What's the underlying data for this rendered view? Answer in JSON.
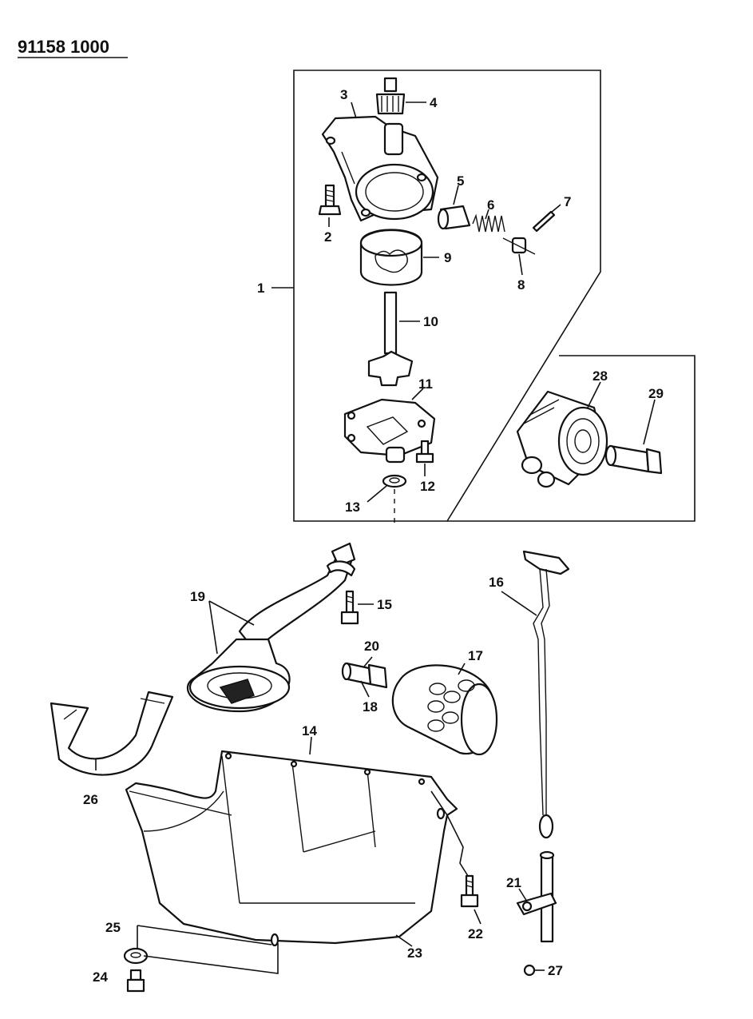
{
  "header": {
    "diagram_number": "91158 1000"
  },
  "callouts": {
    "c1": "1",
    "c2": "2",
    "c3": "3",
    "c4": "4",
    "c5": "5",
    "c6": "6",
    "c7": "7",
    "c8": "8",
    "c9": "9",
    "c10": "10",
    "c11": "11",
    "c12": "12",
    "c13": "13",
    "c14": "14",
    "c15": "15",
    "c16": "16",
    "c17": "17",
    "c18": "18",
    "c19": "19",
    "c20": "20",
    "c21": "21",
    "c22": "22",
    "c23": "23",
    "c24": "24",
    "c25": "25",
    "c26": "26",
    "c27": "27",
    "c28": "28",
    "c29": "29"
  }
}
